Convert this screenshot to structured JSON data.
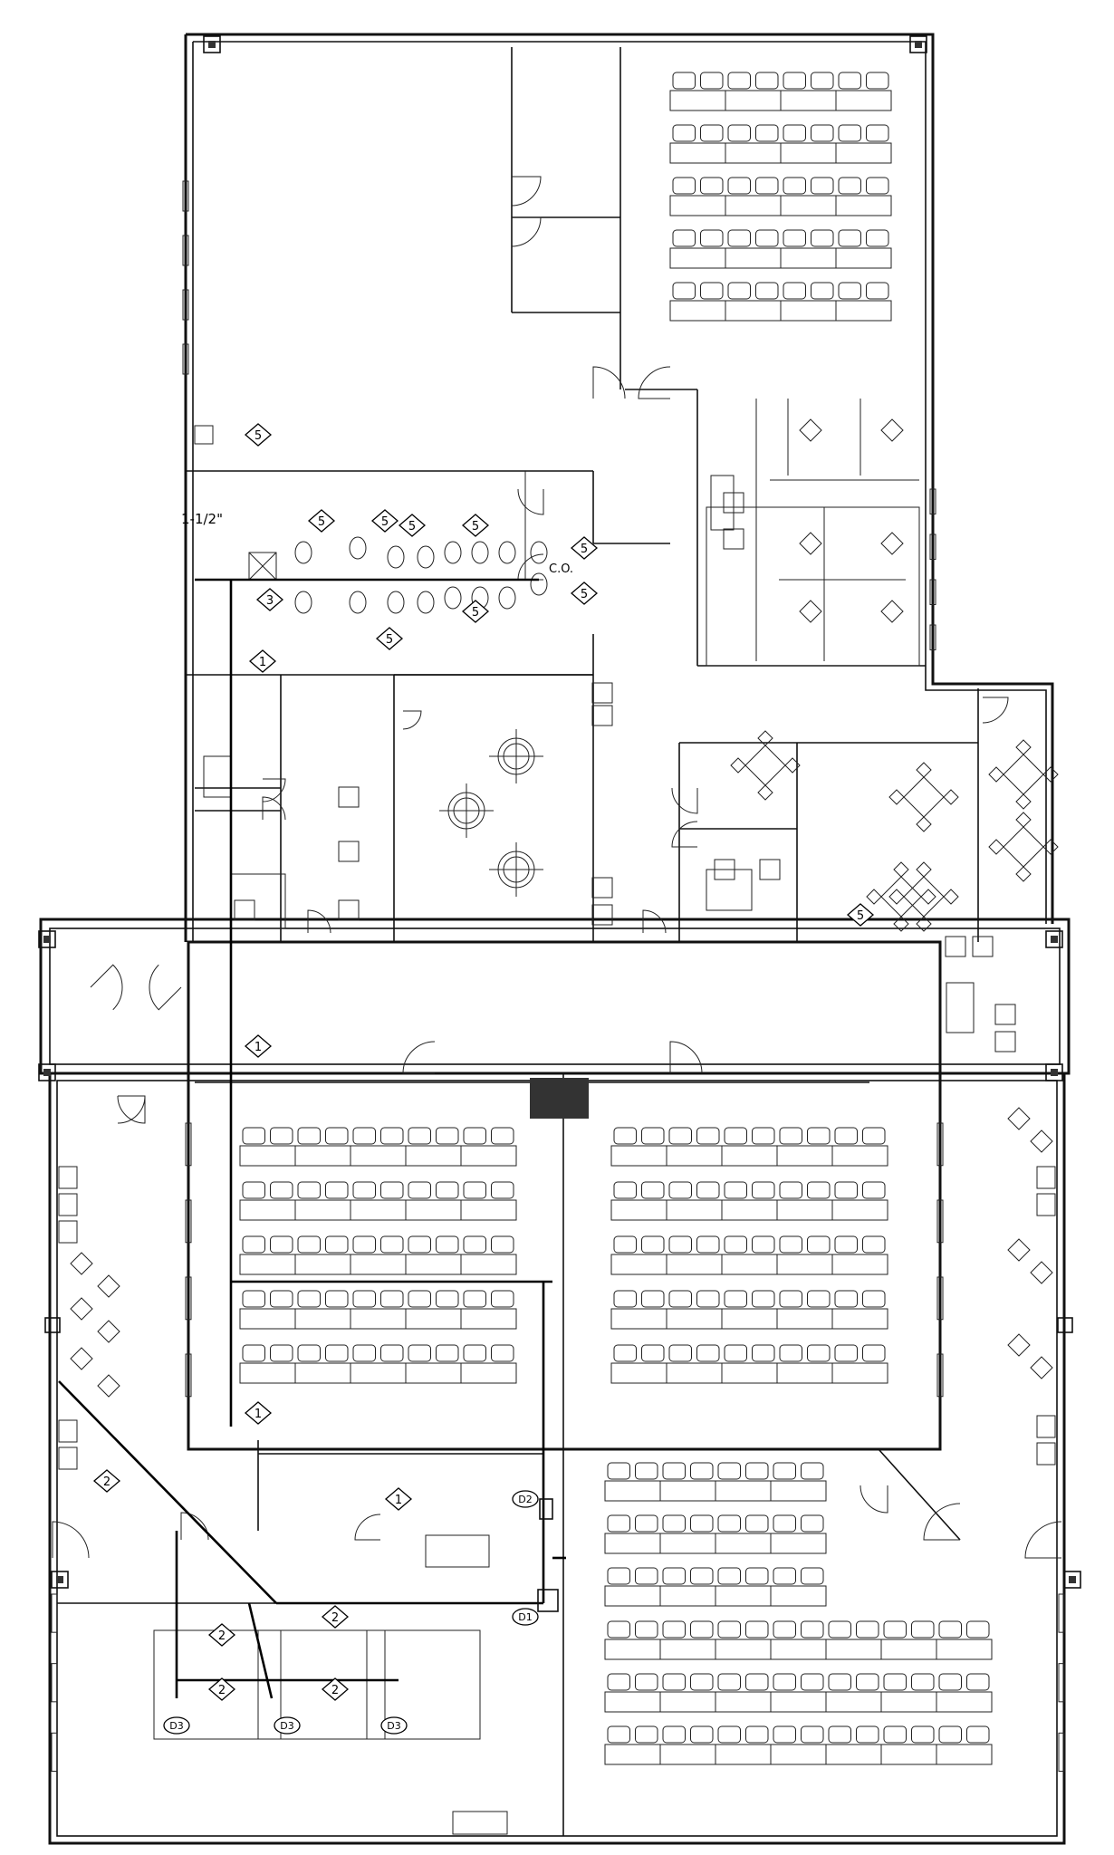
{
  "plan": {
    "pipe_size_label": "1-1/2\"",
    "cleanout_label": "C.O.",
    "keynote_tags": [
      "1",
      "2",
      "3",
      "5"
    ],
    "drain_tags": [
      "D1",
      "D2",
      "D3"
    ],
    "colors": {
      "line": "#111111",
      "background": "#ffffff"
    }
  }
}
